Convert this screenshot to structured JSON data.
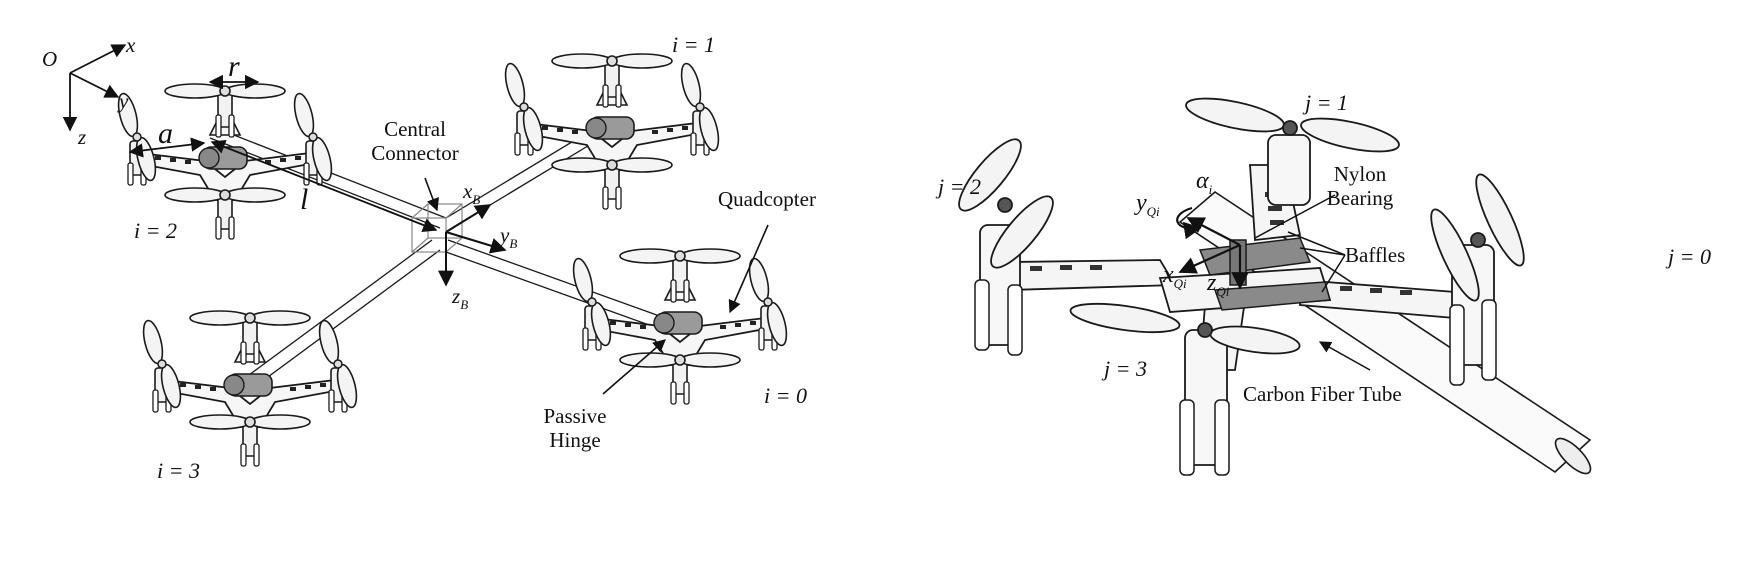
{
  "left_panel": {
    "frame": {
      "origin": "O",
      "x": "x",
      "y": "y",
      "z": "z"
    },
    "dims": {
      "r": "r",
      "a": "a",
      "l": "l"
    },
    "labels": {
      "central_connector": [
        "Central",
        "Connector"
      ],
      "quadcopter": "Quadcopter",
      "passive_hinge": [
        "Passive",
        "Hinge"
      ]
    },
    "body_axes": {
      "x": "x",
      "x_sub": "B",
      "y": "y",
      "y_sub": "B",
      "z": "z",
      "z_sub": "B"
    },
    "indices": {
      "i1": "i = 1",
      "i2": "i = 2",
      "i3": "i = 3",
      "i0": "i = 0"
    }
  },
  "right_panel": {
    "labels": {
      "nylon_bearing": [
        "Nylon",
        "Bearing"
      ],
      "baffles": "Baffles",
      "carbon_tube": "Carbon Fiber Tube"
    },
    "angle": {
      "symbol": "α",
      "sub": "i"
    },
    "axes": {
      "y": "y",
      "y_sub": "Qi",
      "x": "x",
      "x_sub": "Qi",
      "z": "z",
      "z_sub": "Qi"
    },
    "indices": {
      "j1": "j = 1",
      "j2": "j = 2",
      "j0": "j = 0",
      "j3": "j = 3"
    }
  },
  "colors": {
    "line": "#1a1a1a",
    "rod": "#cfcfcf",
    "hinge": "#9a9a9a",
    "part": "#ececec"
  }
}
